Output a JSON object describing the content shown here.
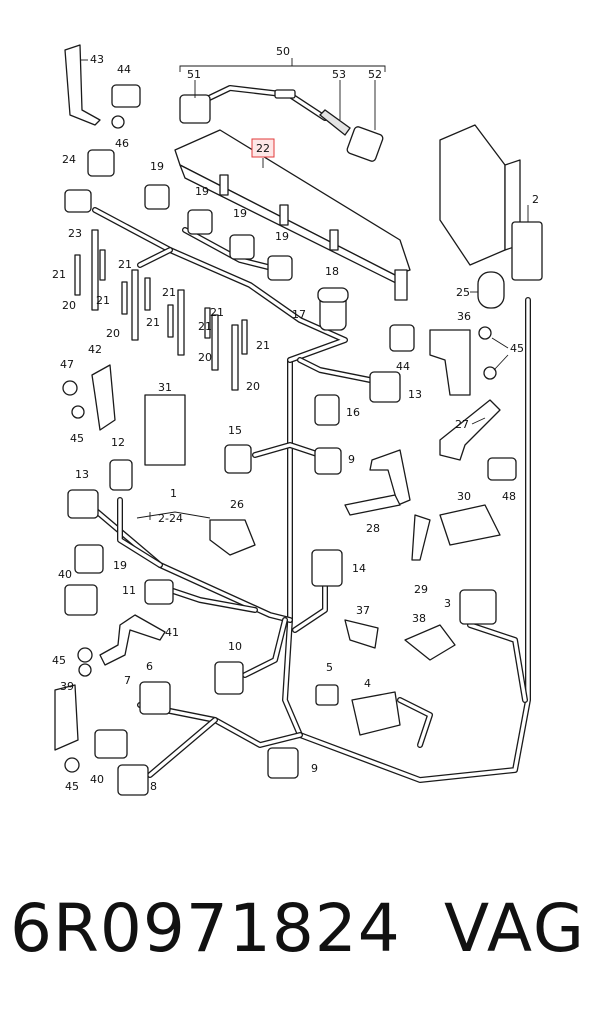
{
  "callouts": {
    "c1": "1",
    "c2_24": "2-24",
    "c2": "2",
    "c3": "3",
    "c4": "4",
    "c5": "5",
    "c6": "6",
    "c7": "7",
    "c8": "8",
    "c9a": "9",
    "c9b": "9",
    "c10": "10",
    "c11": "11",
    "c12": "12",
    "c13a": "13",
    "c13b": "13",
    "c14": "14",
    "c15": "15",
    "c16": "16",
    "c17": "17",
    "c18": "18",
    "c19a": "19",
    "c19b": "19",
    "c19c": "19",
    "c19d": "19",
    "c19e": "19",
    "c20a": "20",
    "c20b": "20",
    "c20c": "20",
    "c20d": "20",
    "c21a": "21",
    "c21b": "21",
    "c21c": "21",
    "c21d": "21",
    "c21e": "21",
    "c21f": "21",
    "c21g": "21",
    "c21h": "21",
    "c22": "22",
    "c23": "23",
    "c24": "24",
    "c25": "25",
    "c26": "26",
    "c27": "27",
    "c28": "28",
    "c29": "29",
    "c30": "30",
    "c31": "31",
    "c36": "36",
    "c37": "37",
    "c38": "38",
    "c39": "39",
    "c40a": "40",
    "c40b": "40",
    "c41": "41",
    "c42": "42",
    "c43": "43",
    "c44a": "44",
    "c44b": "44",
    "c45a": "45",
    "c45b": "45",
    "c45c": "45",
    "c45d": "45",
    "c46": "46",
    "c47": "47",
    "c48": "48",
    "c50": "50",
    "c51": "51",
    "c52": "52",
    "c53": "53"
  },
  "highlight_color": "#e23b3b",
  "caption": {
    "part_number": "6R0971824",
    "brand": "VAG"
  }
}
